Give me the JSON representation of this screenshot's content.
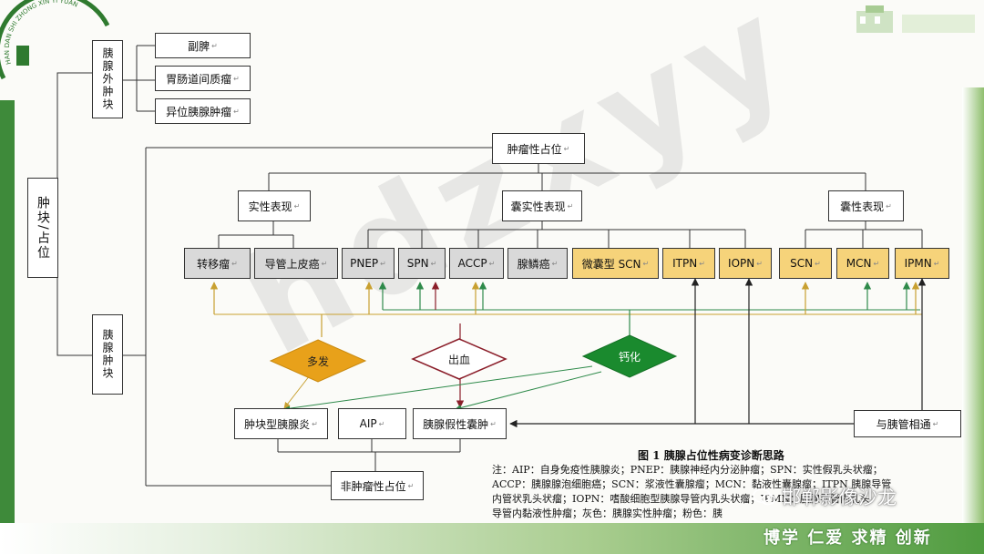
{
  "header": {
    "logo_ring_text": "HAN DAN SHI ZHONG XIN YI YUAN"
  },
  "diagram": {
    "root": {
      "label": "肿块/占位"
    },
    "extra_pancreatic": {
      "label": "胰腺外肿块",
      "children": [
        "副脾",
        "胃肠道间质瘤",
        "异位胰腺肿瘤"
      ]
    },
    "pancreatic": {
      "label": "胰腺肿块"
    },
    "neoplastic": {
      "label": "肿瘤性占位"
    },
    "solid": {
      "label": "实性表现",
      "children": [
        "转移瘤",
        "导管上皮癌"
      ]
    },
    "mixed": {
      "label": "囊实性表现",
      "children": [
        "PNEP",
        "SPN",
        "ACCP",
        "腺鳞癌",
        "微囊型 SCN",
        "ITPN",
        "IOPN"
      ]
    },
    "cystic": {
      "label": "囊性表现",
      "children": [
        "SCN",
        "MCN",
        "IPMN"
      ]
    },
    "diamonds": {
      "multiple": "多发",
      "hemorrhage": "出血",
      "calcification": "钙化"
    },
    "non_neoplastic": {
      "label": "非肿瘤性占位",
      "children": [
        "肿块型胰腺炎",
        "AIP",
        "胰腺假性囊肿"
      ],
      "duct_connection": "与胰管相通"
    },
    "paragraph_mark": "↵"
  },
  "caption": {
    "title": "图 1  胰腺占位性病变诊断思路",
    "lines": [
      "注：AIP：自身免疫性胰腺炎；PNEP：胰腺神经内分泌肿瘤；SPN：实性假乳头状瘤；",
      "ACCP：胰腺腺泡细胞癌；SCN：浆液性囊腺瘤；MCN：黏液性囊腺瘤；ITPN 胰腺导管",
      "内管状乳头状瘤；IOPN：嗜酸细胞型胰腺导管内乳头状瘤；IPMN：胰腺导管内乳头",
      "导管内黏液性肿瘤；灰色：胰腺实性肿瘤；粉色：胰"
    ]
  },
  "watermarks": {
    "diagonal": "hdzxyy",
    "brand": "邯郸影像沙龙",
    "slogan": "博学 仁爱 求精 创新"
  },
  "colors": {
    "gray_box": "#d9d9d9",
    "yellow_box": "#f6d37a",
    "multiple_diamond": "#e8a11a",
    "calcification_diamond": "#1a8a2e",
    "hemorrhage_outline": "#8b1e2a",
    "connector": "#333333",
    "arrow_tan": "#c8a030",
    "arrow_green": "#2e8a4a",
    "arrow_red": "#8b1e2a",
    "theme_green": "#3e8a3a"
  }
}
